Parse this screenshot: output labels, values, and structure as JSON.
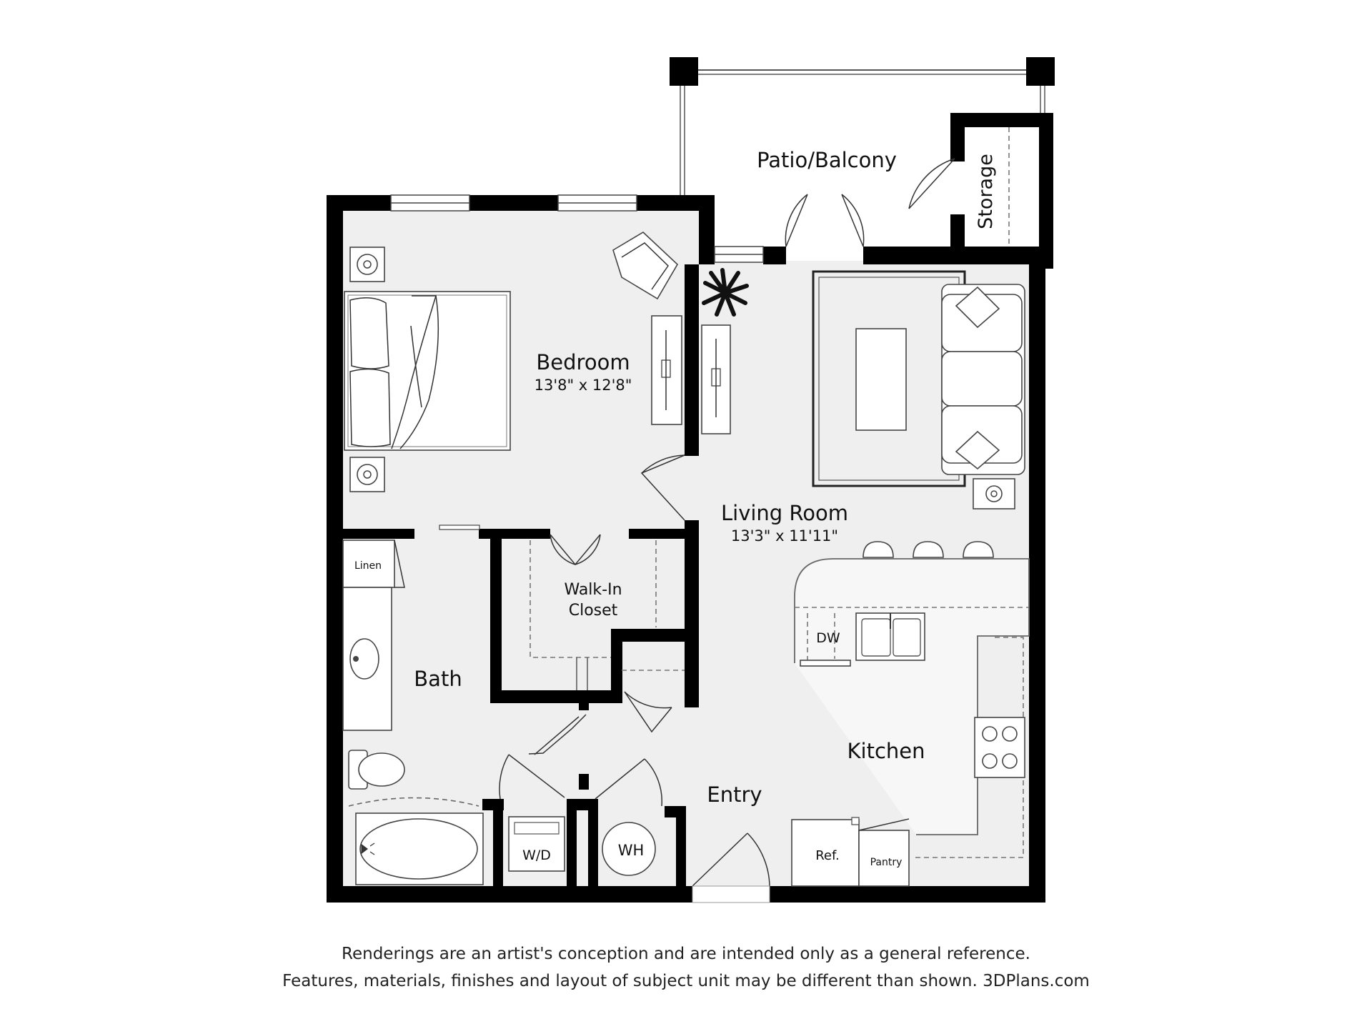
{
  "rooms": {
    "patio": {
      "name": "Patio/Balcony"
    },
    "storage": {
      "name": "Storage"
    },
    "bedroom": {
      "name": "Bedroom",
      "dims": "13'8\" x 12'8\""
    },
    "living": {
      "name": "Living Room",
      "dims": "13'3\" x 11'11\""
    },
    "closet": {
      "name_line1": "Walk-In",
      "name_line2": "Closet"
    },
    "bath": {
      "name": "Bath"
    },
    "kitchen": {
      "name": "Kitchen"
    },
    "entry": {
      "name": "Entry"
    }
  },
  "fixtures": {
    "linen": "Linen",
    "dw": "DW",
    "wd": "W/D",
    "wh": "WH",
    "ref": "Ref.",
    "pantry": "Pantry"
  },
  "disclaimer": {
    "line1": "Renderings are an artist's conception and are intended only as a general reference.",
    "line2": "Features, materials, finishes and layout of subject unit may be different than shown. 3DPlans.com"
  },
  "colors": {
    "wall": "#000000",
    "floor": "#efefef",
    "background": "#ffffff"
  }
}
